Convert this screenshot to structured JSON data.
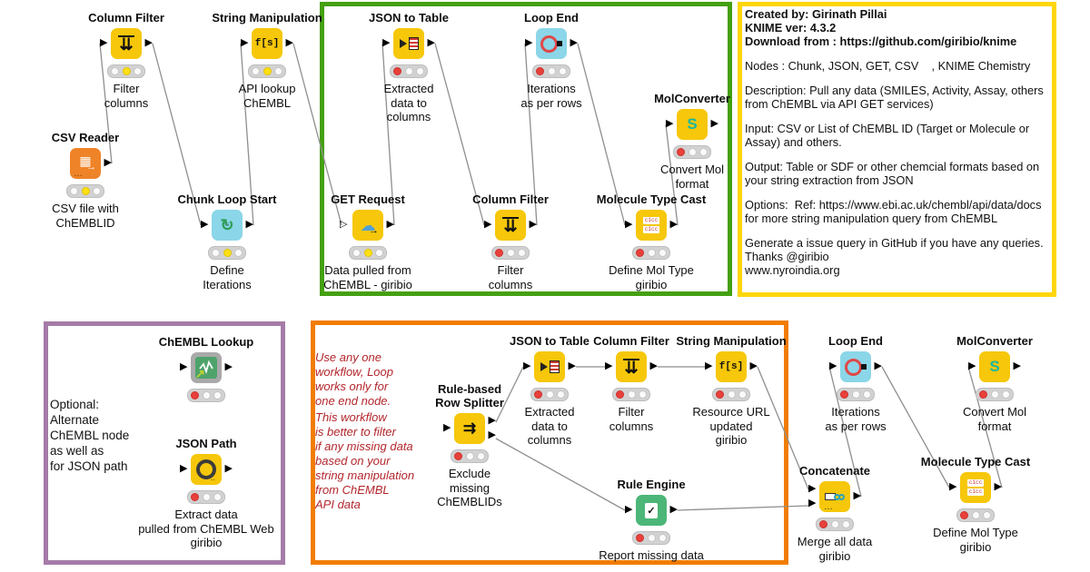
{
  "app": "KNIME workflow canvas",
  "colors": {
    "node_yellow": "#f6c70a",
    "node_orange": "#ef8327",
    "node_cyan": "#8bd6e8",
    "node_green": "#4cb678",
    "box_green": "#44a011",
    "box_yellow": "#ffd60a",
    "box_purple": "#a57ba8",
    "box_orange": "#f27c00",
    "traffic_red": "#e8403a",
    "traffic_yellow": "#ffe012",
    "red_note_text": "#b3262c"
  },
  "nodes": [
    {
      "title": "CSV Reader",
      "label": "CSV file with\nChEMBLID",
      "light": "yellow"
    },
    {
      "title": "Column Filter",
      "label": "Filter\ncolumns",
      "light": "yellow"
    },
    {
      "title": "String Manipulation",
      "label": "API lookup\nChEMBL",
      "light": "yellow"
    },
    {
      "title": "Chunk Loop Start",
      "label": "Define\nIterations",
      "light": "yellow"
    },
    {
      "title": "JSON to Table",
      "label": "Extracted\ndata to\ncolumns",
      "light": "red"
    },
    {
      "title": "Loop End",
      "label": "Iterations\nas per rows",
      "light": "red"
    },
    {
      "title": "MolConverter",
      "label": "Convert Mol\nformat",
      "light": "red"
    },
    {
      "title": "GET Request",
      "label": "Data pulled from\nChEMBL - giribio",
      "light": "yellow"
    },
    {
      "title": "Column Filter",
      "label": "Filter\ncolumns",
      "light": "red"
    },
    {
      "title": "Molecule Type Cast",
      "label": "Define Mol Type\ngiribio",
      "light": "red"
    },
    {
      "title": "ChEMBL Lookup",
      "label": "",
      "light": "red"
    },
    {
      "title": "JSON Path",
      "label": "Extract data\npulled from ChEMBL Web\ngiribio",
      "light": "red"
    },
    {
      "title": "Rule-based\nRow Splitter",
      "label": "Exclude\nmissing\nChEMBLIDs",
      "light": "red"
    },
    {
      "title": "JSON to Table",
      "label": "Extracted\ndata to\ncolumns",
      "light": "red"
    },
    {
      "title": "Column Filter",
      "label": "Filter\ncolumns",
      "light": "red"
    },
    {
      "title": "String Manipulation",
      "label": "Resource URL\nupdated\ngiribio",
      "light": "red"
    },
    {
      "title": "Rule Engine",
      "label": "Report missing data",
      "light": "red"
    },
    {
      "title": "Loop End",
      "label": "Iterations\nas per rows",
      "light": "red"
    },
    {
      "title": "MolConverter",
      "label": "Convert Mol\nformat",
      "light": "red"
    },
    {
      "title": "Concatenate",
      "label": "Merge all data\ngiribio",
      "light": "red"
    },
    {
      "title": "Molecule Type Cast",
      "label": "Define Mol Type\ngiribio",
      "light": "red"
    }
  ],
  "panel": {
    "paragraphs": [
      {
        "text": "Created by: Girinath Pillai\nKNIME ver: 4.3.2\nDownload from : https://github.com/giribio/knime"
      },
      {
        "text": "Nodes : Chunk, JSON, GET, CSV    , KNIME Chemistry"
      },
      {
        "text": "Description: Pull any data (SMILES, Activity, Assay, others from ChEMBL via API GET services)"
      },
      {
        "text": "Input: CSV or List of ChEMBL ID (Target or Molecule or Assay) and others."
      },
      {
        "text": "Output: Table or SDF or other chemcial formats based on your string extraction from JSON"
      },
      {
        "text": "Options:  Ref: https://www.ebi.ac.uk/chembl/api/data/docs for more string manipulation query from ChEMBL"
      },
      {
        "text": "Generate a issue query in GitHub if you have any queries.\nThanks @giribio\nwww.nyroindia.org"
      }
    ]
  },
  "notes": {
    "red_note_1": "Use any one\nworkflow, Loop\nworks only for\none end node.",
    "red_note_2": "This workflow\nis better to filter\nif any missing data\nbased on your\nstring manipulation\nfrom ChEMBL\nAPI data",
    "purple_note": "Optional:\nAlternate\nChEMBL node\nas well as\nfor JSON path"
  }
}
